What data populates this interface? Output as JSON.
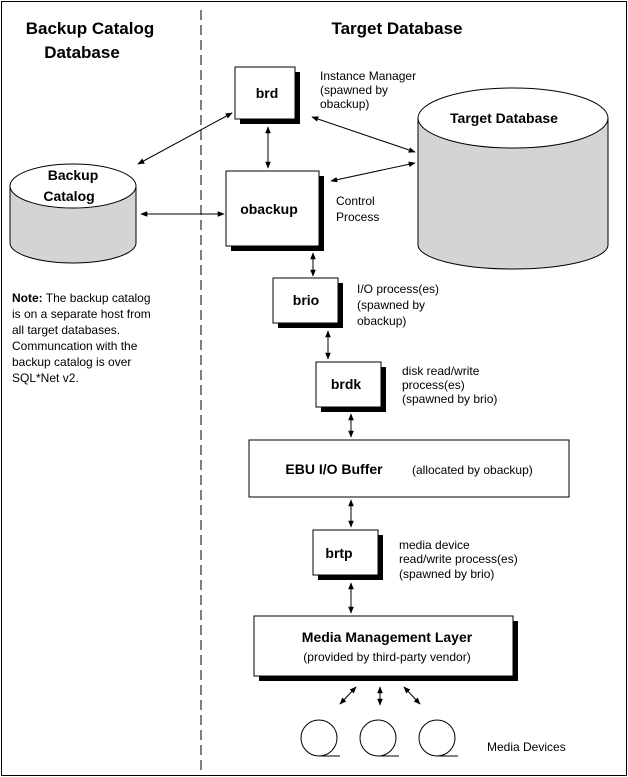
{
  "headers": {
    "left_line1": "Backup Catalog",
    "left_line2": "Database",
    "right": "Target Database"
  },
  "components": {
    "brd": {
      "label": "brd",
      "desc": [
        "Instance Manager",
        "(spawned by",
        "obackup)"
      ]
    },
    "obackup": {
      "label": "obackup",
      "desc": [
        "Control",
        "Process"
      ]
    },
    "brio": {
      "label": "brio",
      "desc": [
        "I/O process(es)",
        "(spawned by",
        "obackup)"
      ]
    },
    "brdk": {
      "label": "brdk",
      "desc": [
        "disk read/write",
        "process(es)",
        "(spawned by brio)"
      ]
    },
    "ebu_buffer": {
      "label": "EBU I/O Buffer",
      "desc": "(allocated by obackup)"
    },
    "brtp": {
      "label": "brtp",
      "desc": [
        "media device",
        "read/write process(es)",
        "(spawned by brio)"
      ]
    },
    "mml": {
      "line1": "Media Management  Layer",
      "line2": "(provided by third-party vendor)"
    }
  },
  "databases": {
    "backup_catalog": [
      "Backup",
      "Catalog"
    ],
    "target": "Target Database"
  },
  "note": {
    "bold": "Note:",
    "line1_rest": " The backup catalog",
    "lines": [
      "is on a separate host from",
      "all target databases.",
      "Communcation  with the",
      "backup catalog is over",
      "SQL*Net v2."
    ]
  },
  "media_devices": {
    "label": "Media Devices",
    "count": 3
  }
}
